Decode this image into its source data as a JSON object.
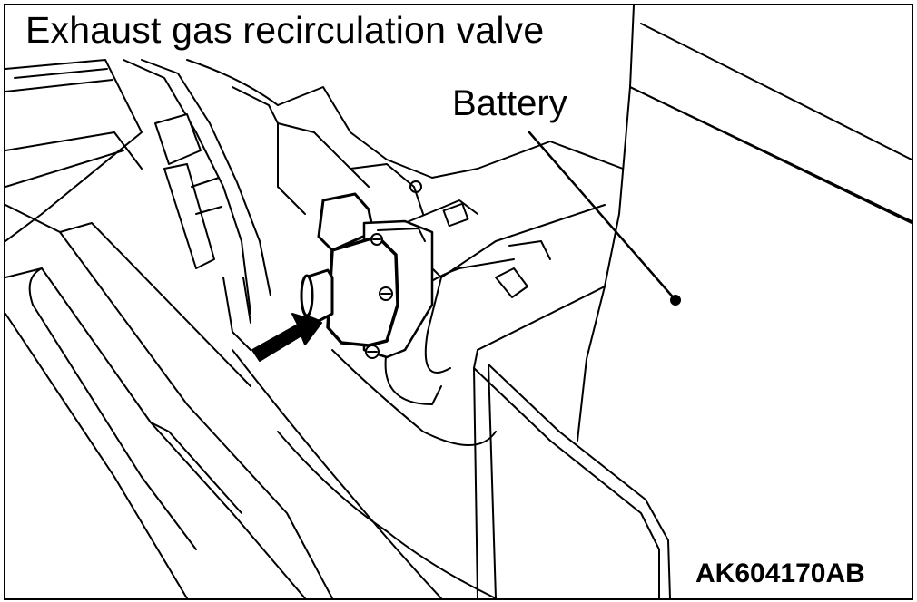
{
  "title": "Exhaust gas recirculation valve",
  "callout_label": "Battery",
  "figure_code": "AK604170AB"
}
